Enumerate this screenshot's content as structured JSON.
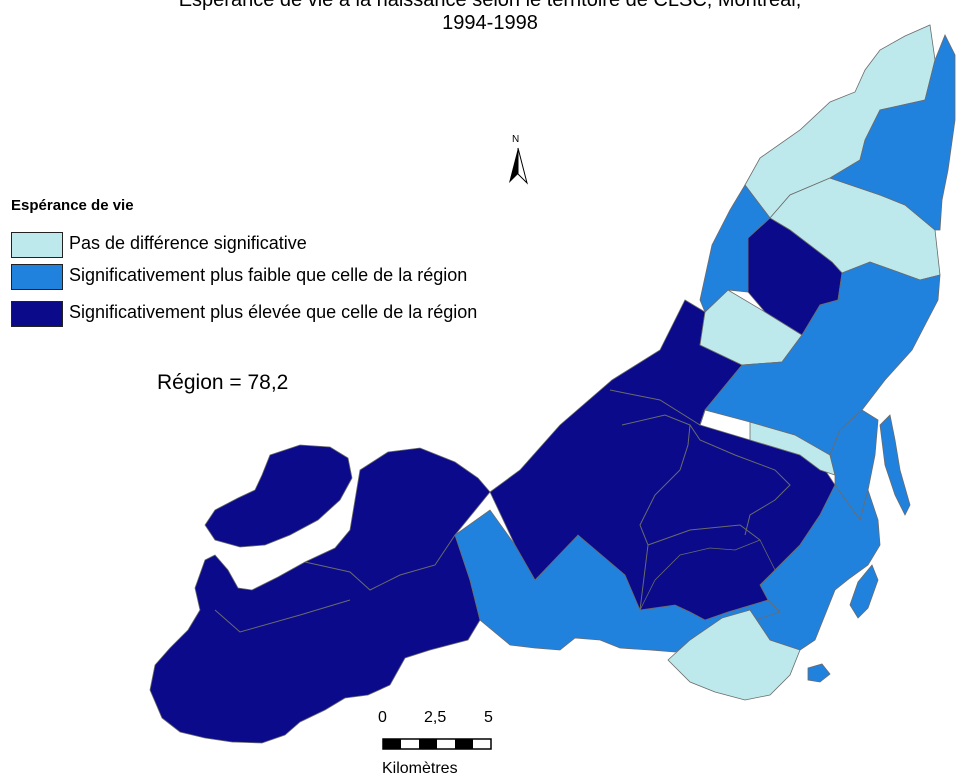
{
  "title": {
    "line1": "Espérance de vie à la naissance selon le territoire de CLSC, Montréal,",
    "line2": "1994-1998"
  },
  "legend": {
    "title": "Espérance de vie",
    "items": [
      {
        "label": "Pas de différence significative",
        "color": "#bde9ec"
      },
      {
        "label": "Significativement plus faible que celle de la région",
        "color": "#2182de"
      },
      {
        "label": "Significativement plus élevée que celle de la région",
        "color": "#0a0a8a"
      }
    ]
  },
  "region_value": "Région = 78,2",
  "north_arrow": {
    "label": "N"
  },
  "scale_bar": {
    "ticks": [
      "0",
      "2,5",
      "5"
    ],
    "unit": "Kilomètres"
  },
  "colors": {
    "light": "#bde9ec",
    "medium": "#2182de",
    "dark": "#0a0a8a",
    "border": "#6b6b6b"
  },
  "regions": [
    {
      "name": "",
      "category": "dark"
    },
    {
      "name": "",
      "category": "dark"
    },
    {
      "name": "",
      "category": "medium"
    },
    {
      "name": "",
      "category": "dark"
    },
    {
      "name": "",
      "category": "light"
    },
    {
      "name": "",
      "category": "light"
    },
    {
      "name": "",
      "category": "light"
    },
    {
      "name": "",
      "category": "dark"
    },
    {
      "name": "",
      "category": "light"
    },
    {
      "name": "",
      "category": "medium"
    },
    {
      "name": "",
      "category": "medium"
    },
    {
      "name": "",
      "category": "medium"
    },
    {
      "name": "",
      "category": "medium"
    },
    {
      "name": "",
      "category": "medium"
    },
    {
      "name": "",
      "category": "light"
    },
    {
      "name": "",
      "category": "medium"
    },
    {
      "name": "",
      "category": "dark"
    }
  ]
}
